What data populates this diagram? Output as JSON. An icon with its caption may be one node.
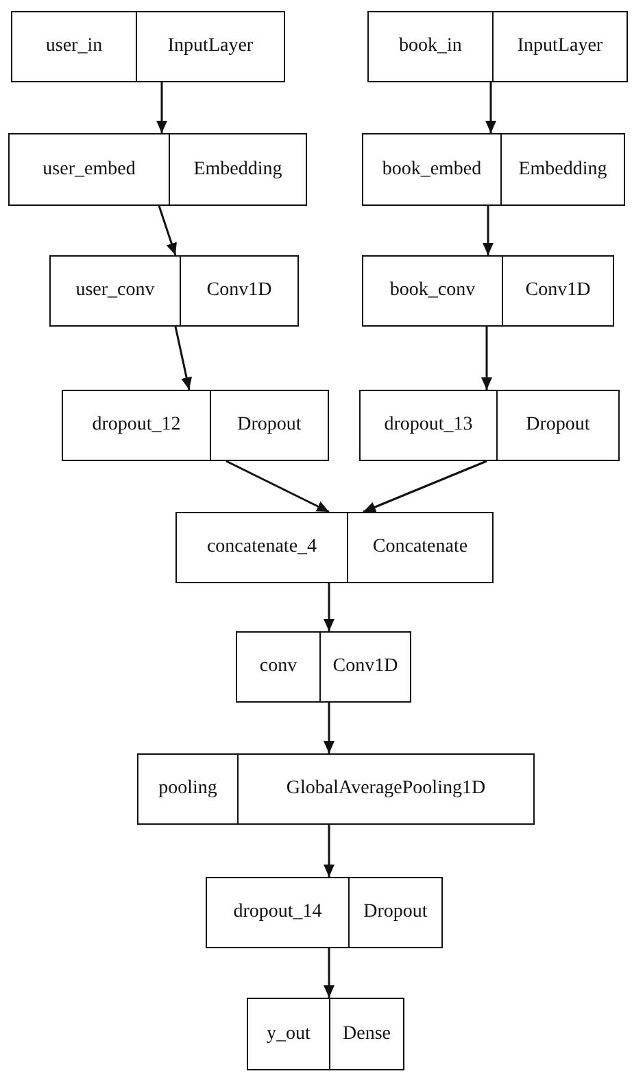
{
  "diagram": {
    "nodes": [
      {
        "text": [
          "user_in",
          "InputLayer"
        ]
      },
      {
        "text": [
          "book_in",
          "InputLayer"
        ]
      },
      {
        "text": [
          "user_embed",
          "Embedding"
        ]
      },
      {
        "text": [
          "book_embed",
          "Embedding"
        ]
      },
      {
        "text": [
          "user_conv",
          "Conv1D"
        ]
      },
      {
        "text": [
          "book_conv",
          "Conv1D"
        ]
      },
      {
        "text": [
          "dropout_12",
          "Dropout"
        ]
      },
      {
        "text": [
          "dropout_13",
          "Dropout"
        ]
      },
      {
        "text": [
          "concatenate_4",
          "Concatenate"
        ]
      },
      {
        "text": [
          "conv",
          "Conv1D"
        ]
      },
      {
        "text": [
          "pooling",
          "GlobalAveragePooling1D"
        ]
      },
      {
        "text": [
          "dropout_14",
          "Dropout"
        ]
      },
      {
        "text": [
          "y_out",
          "Dense"
        ]
      }
    ],
    "edges": [
      {
        "from": 0,
        "to": 2,
        "arrow": "to"
      },
      {
        "from": 2,
        "to": 4,
        "arrow": "to"
      },
      {
        "from": 4,
        "to": 6,
        "arrow": "to"
      },
      {
        "from": 1,
        "to": 3,
        "arrow": "to"
      },
      {
        "from": 3,
        "to": 5,
        "arrow": "to"
      },
      {
        "from": 5,
        "to": 7,
        "arrow": "to"
      },
      {
        "from": 6,
        "to": 8,
        "arrow": "to"
      },
      {
        "from": 7,
        "to": 8,
        "arrow": "to"
      },
      {
        "from": 8,
        "to": 9,
        "arrow": "to"
      },
      {
        "from": 9,
        "to": 10,
        "arrow": "to"
      },
      {
        "from": 10,
        "to": 11,
        "arrow": "to"
      },
      {
        "from": 11,
        "to": 12,
        "arrow": "to"
      }
    ]
  }
}
